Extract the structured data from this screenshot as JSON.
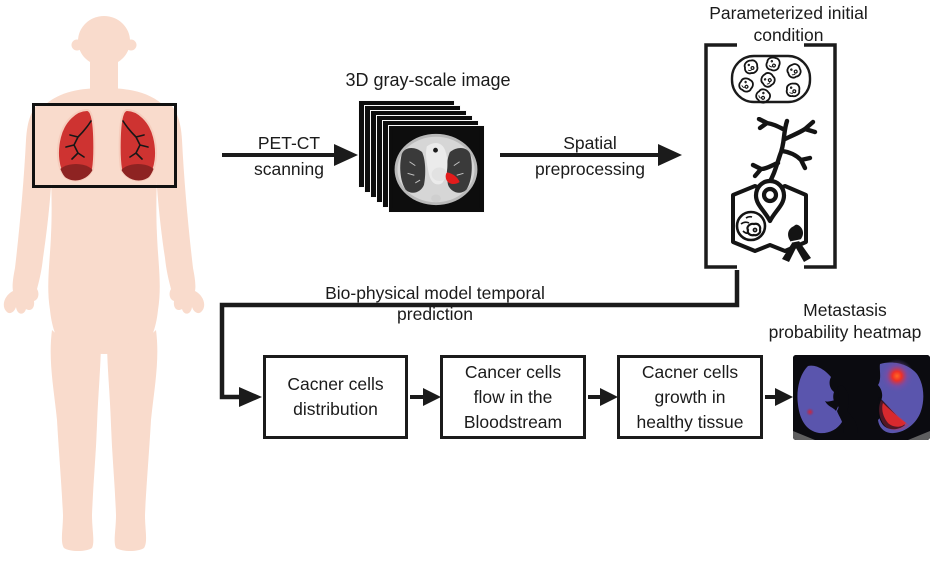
{
  "figure": {
    "type": "pipeline-diagram",
    "description": "PET-CT based bio-physical modeling pipeline for metastasis prediction"
  },
  "colors": {
    "background": "#ffffff",
    "ink": "#1b1b1b",
    "body_skin": "#f9dbcc",
    "lung_red": "#ce3331",
    "lung_dark_red": "#8e2322",
    "tumor_red": "#e31c1c",
    "heatmap_background": "#0b0b10",
    "heatmap_purple": "#5a55ad",
    "heatmap_hot_red": "#ee2f28"
  },
  "patient": {
    "description": "human body silhouette with chest region-of-interest rectangle and red lungs"
  },
  "ct_stack": {
    "title": "3D gray-scale image",
    "slice_count": 6
  },
  "arrows": {
    "pet_ct": {
      "line1": "PET-CT",
      "line2": "scanning"
    },
    "spatial": {
      "line1": "Spatial",
      "line2": "preprocessing"
    },
    "biophysical": {
      "label": "Bio-physical model temporal prediction"
    }
  },
  "initial_condition": {
    "title_line1": "Parameterized initial",
    "title_line2": "condition",
    "icons": [
      "cancer-cells-capsule",
      "bronchial-tree",
      "map-with-location-pin-cell-and-ribbon"
    ]
  },
  "model_boxes": [
    {
      "lines": [
        "Cacner cells",
        "distribution"
      ]
    },
    {
      "lines": [
        "Cancer cells",
        "flow in the",
        "Bloodstream"
      ]
    },
    {
      "lines": [
        "Cacner cells",
        "growth in",
        "healthy tissue"
      ]
    }
  ],
  "heatmap": {
    "title_line1": "Metastasis",
    "title_line2": "probability heatmap"
  }
}
